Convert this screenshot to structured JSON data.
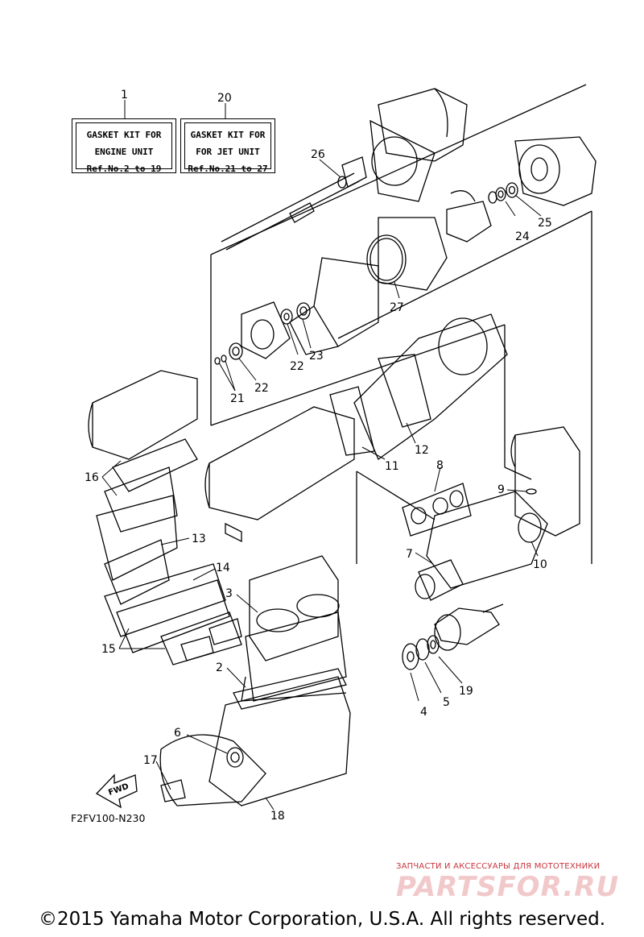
{
  "kits": [
    {
      "ref": "1",
      "lines": [
        "GASKET  KIT FOR",
        "ENGINE UNIT",
        "Ref.No.2 to 19"
      ]
    },
    {
      "ref": "20",
      "lines": [
        "GASKET  KIT FOR",
        "FOR JET UNIT",
        "Ref.No.21 to 27"
      ]
    }
  ],
  "callouts": [
    "1",
    "2",
    "3",
    "4",
    "5",
    "6",
    "7",
    "8",
    "9",
    "10",
    "11",
    "12",
    "13",
    "14",
    "15",
    "16",
    "17",
    "18",
    "19",
    "20",
    "21",
    "22",
    "23",
    "24",
    "25",
    "26",
    "27"
  ],
  "fwd_label": "FWD",
  "diagram_code": "F2FV100-N230",
  "copyright": "©2015 Yamaha Motor Corporation, U.S.A. All rights reserved.",
  "watermark": {
    "tagline": "ЗАПЧАСТИ И АКСЕССУАРЫ ДЛЯ МОТОТЕХНИКИ",
    "logo": "PARTSFOR.RU"
  }
}
